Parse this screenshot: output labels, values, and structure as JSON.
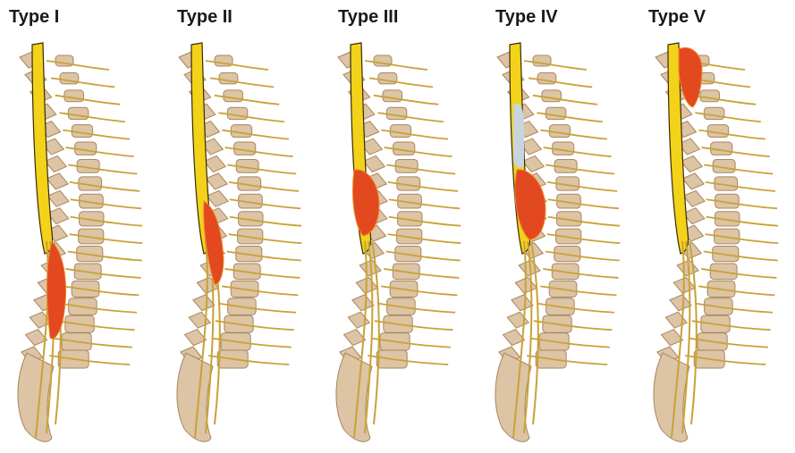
{
  "panels": [
    {
      "title": "Type I"
    },
    {
      "title": "Type II"
    },
    {
      "title": "Type III"
    },
    {
      "title": "Type IV"
    },
    {
      "title": "Type V"
    }
  ],
  "colors": {
    "bone_fill": "#dcc4a4",
    "bone_stroke": "#a8865f",
    "cord": "#f3d21a",
    "cord_edge": "#3a2b05",
    "nerve": "#c9a236",
    "lesion": "#e2491f",
    "lesion_light": "#f08a2a",
    "syrinx": "#c8d4de"
  },
  "icons": {
    "spine": "spine-illustration-icon"
  }
}
